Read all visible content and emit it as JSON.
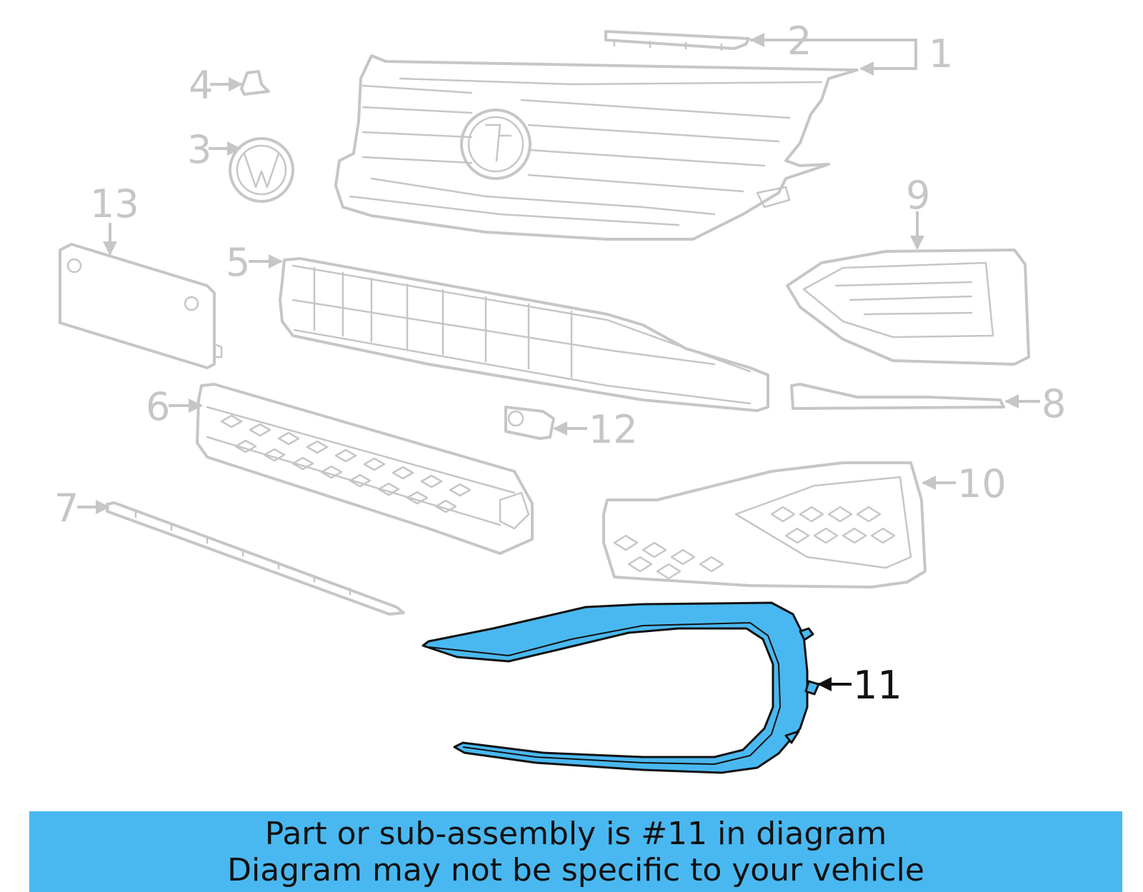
{
  "callouts": {
    "c1": "1",
    "c2": "2",
    "c3": "3",
    "c4": "4",
    "c5": "5",
    "c6": "6",
    "c7": "7",
    "c8": "8",
    "c9": "9",
    "c10": "10",
    "c11": "11",
    "c12": "12",
    "c13": "13"
  },
  "highlighted_part": "11",
  "colors": {
    "highlight": "#4ab8f0",
    "line_art": "#c6c6c6",
    "text": "#111111"
  },
  "banner": {
    "line1": "Part or sub-assembly is #11 in diagram",
    "line2": "Diagram may not be specific to your vehicle"
  }
}
